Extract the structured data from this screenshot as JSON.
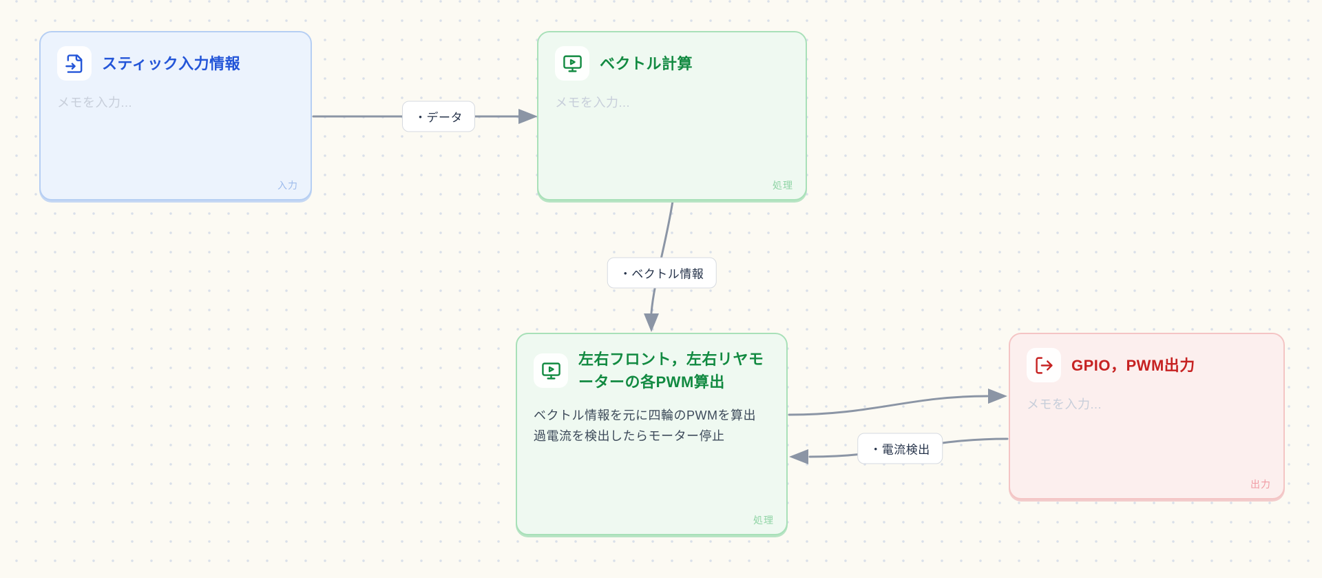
{
  "canvas": {
    "background_color": "#FCFAF3",
    "dot_color": "#D9DFE9",
    "edge_color": "#8B95A5"
  },
  "nodes": [
    {
      "id": "stick-input",
      "title": "スティック入力情報",
      "memo_placeholder": "メモを入力...",
      "corner_label": "入力",
      "icon": "file-input-icon",
      "accent_color": "#2355D8",
      "fill_color": "#ECF3FD",
      "border_color": "#B5CEF3"
    },
    {
      "id": "vector-calc",
      "title": "ベクトル計算",
      "memo_placeholder": "メモを入力...",
      "corner_label": "処理",
      "icon": "monitor-play-icon",
      "accent_color": "#128A41",
      "fill_color": "#EFF9F1",
      "border_color": "#A8E0B8"
    },
    {
      "id": "pwm-calc",
      "title": "左右フロント，左右リヤモーターの各PWM算出",
      "memo_lines": [
        "ベクトル情報を元に四輪のPWMを算出",
        "過電流を検出したらモーター停止"
      ],
      "corner_label": "処理",
      "icon": "monitor-play-icon",
      "accent_color": "#128A41",
      "fill_color": "#EFF9F1",
      "border_color": "#A8E0B8"
    },
    {
      "id": "gpio-output",
      "title": "GPIO，PWM出力",
      "memo_placeholder": "メモを入力...",
      "corner_label": "出力",
      "icon": "log-out-icon",
      "accent_color": "#C62222",
      "fill_color": "#FCEFEE",
      "border_color": "#F4C4C4"
    }
  ],
  "edges": [
    {
      "from": "stick-input",
      "to": "vector-calc",
      "label": "・データ"
    },
    {
      "from": "vector-calc",
      "to": "pwm-calc",
      "label": "・ベクトル情報"
    },
    {
      "from": "pwm-calc",
      "to": "gpio-output",
      "label": ""
    },
    {
      "from": "gpio-output",
      "to": "pwm-calc",
      "label": "・電流検出"
    }
  ]
}
